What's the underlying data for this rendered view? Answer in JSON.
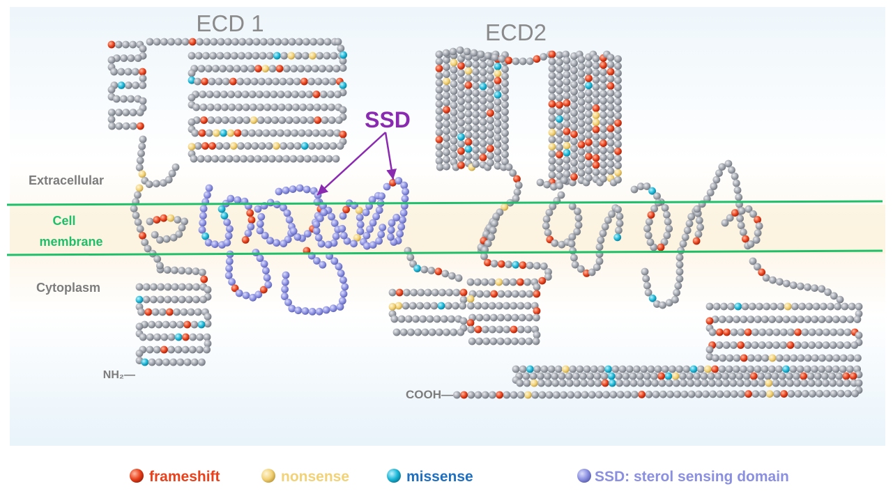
{
  "titles": {
    "ecd1": "ECD 1",
    "ecd2": "ECD2",
    "ssd": "SSD"
  },
  "regions": {
    "extracellular": "Extracellular",
    "membrane_line1": "Cell",
    "membrane_line2": "membrane",
    "cytoplasm": "Cytoplasm"
  },
  "termini": {
    "n_terminus": "NH₂—",
    "c_terminus": "COOH—"
  },
  "legend": [
    {
      "label": "frameshift",
      "color": "#e8411c",
      "text_color": "#e8411c"
    },
    {
      "label": "nonsense",
      "color": "#f2d277",
      "text_color": "#f2d277"
    },
    {
      "label": "missense",
      "color": "#1ab6d6",
      "text_color": "#1f6fc0"
    },
    {
      "label": "SSD: sterol sensing domain",
      "color": "#8a8fe0",
      "text_color": "#8a8fe0"
    }
  ],
  "colors": {
    "bead": "#9ea2aa",
    "ssd_bead": "#8a8fe0",
    "frameshift": "#e8411c",
    "nonsense": "#f2d277",
    "missense": "#1ab6d6",
    "membrane_line": "#1fbf6a",
    "ssd_arrow": "#8a2ab0",
    "title_gray": "#8a8a8a",
    "region_label": "#7c7c7c",
    "membrane_label": "#1fbf6a"
  }
}
